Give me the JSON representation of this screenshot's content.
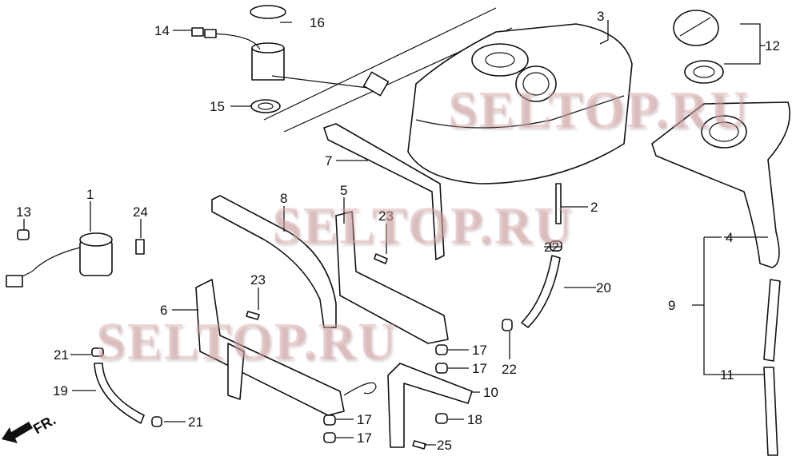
{
  "watermark": "SELTOP.RU",
  "direction_label": "FR.",
  "callouts": [
    "14",
    "16",
    "3",
    "12",
    "15",
    "7",
    "1",
    "13",
    "24",
    "8",
    "5",
    "23",
    "2",
    "4",
    "22",
    "20",
    "9",
    "23",
    "6",
    "21",
    "17",
    "17",
    "22",
    "11",
    "19",
    "10",
    "21",
    "17",
    "18",
    "17",
    "25"
  ]
}
